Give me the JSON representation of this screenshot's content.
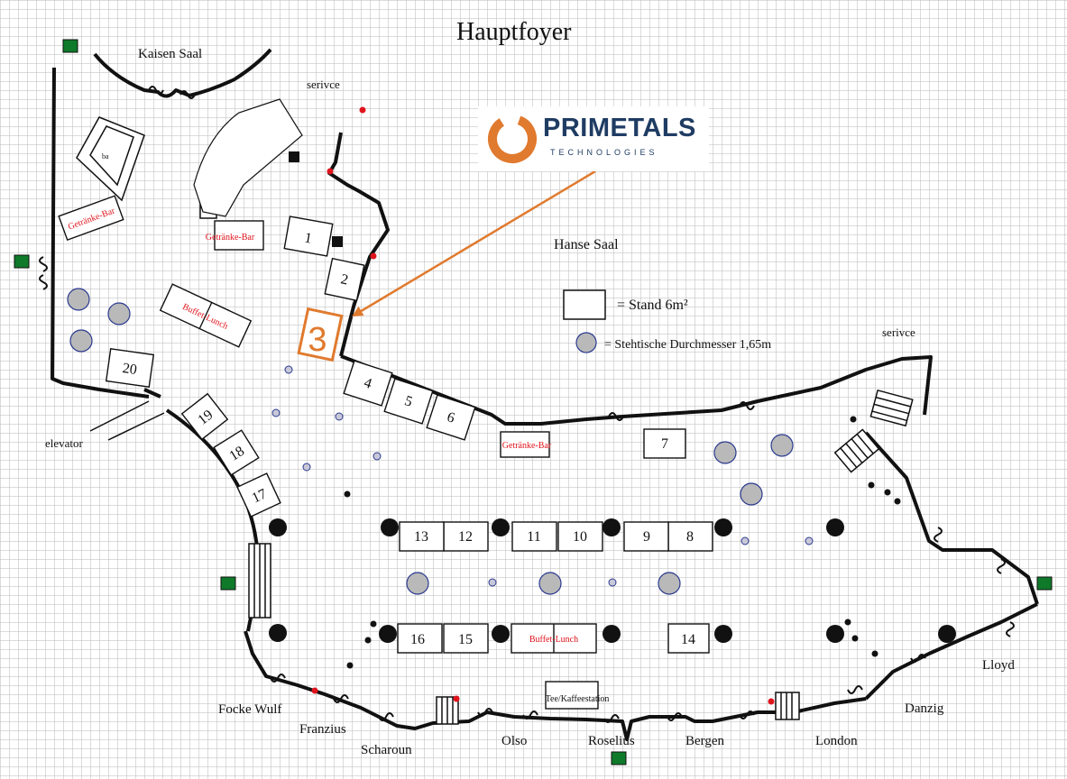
{
  "title": "Hauptfoyer",
  "rooms": {
    "kaisen_saal": "Kaisen Saal",
    "hanse_saal": "Hanse Saal",
    "service_top": "serivce",
    "service_right": "serivce",
    "elevator": "elevator",
    "focke_wulf": "Focke Wulf",
    "franzius": "Franzius",
    "scharoun": "Scharoun",
    "olso": "Olso",
    "roselius": "Roselius",
    "bergen": "Bergen",
    "london": "London",
    "danzig": "Danzig",
    "lloyd": "Lloyd",
    "bar_small": "ba"
  },
  "labels": {
    "getraenke_bar_1": "Getränke-Bar",
    "getraenke_bar_2": "Getränke-Bar",
    "getraenke_bar_3": "Getränke-Bar",
    "buffet_lunch_1": "Buffet-Lunch",
    "buffet_lunch_2": "Buffet-Lunch",
    "tee_kaffee": "Tee/Kaffeestation"
  },
  "legend": {
    "stand": "= Stand 6m²",
    "table": "= Stehtische Durchmesser 1,65m"
  },
  "stands": [
    "1",
    "2",
    "4",
    "5",
    "6",
    "7",
    "8",
    "9",
    "10",
    "11",
    "12",
    "13",
    "14",
    "15",
    "16",
    "17",
    "18",
    "19",
    "20"
  ],
  "highlight": {
    "stand_number": "3",
    "company": "PRIMETALS",
    "tagline": "TECHNOLOGIES",
    "accent_color": "#e07a2e",
    "navy_color": "#1f3c63"
  },
  "icons": [
    "emergency-exit-icon",
    "stairs-icon",
    "standing-table-icon",
    "pillar-icon"
  ]
}
